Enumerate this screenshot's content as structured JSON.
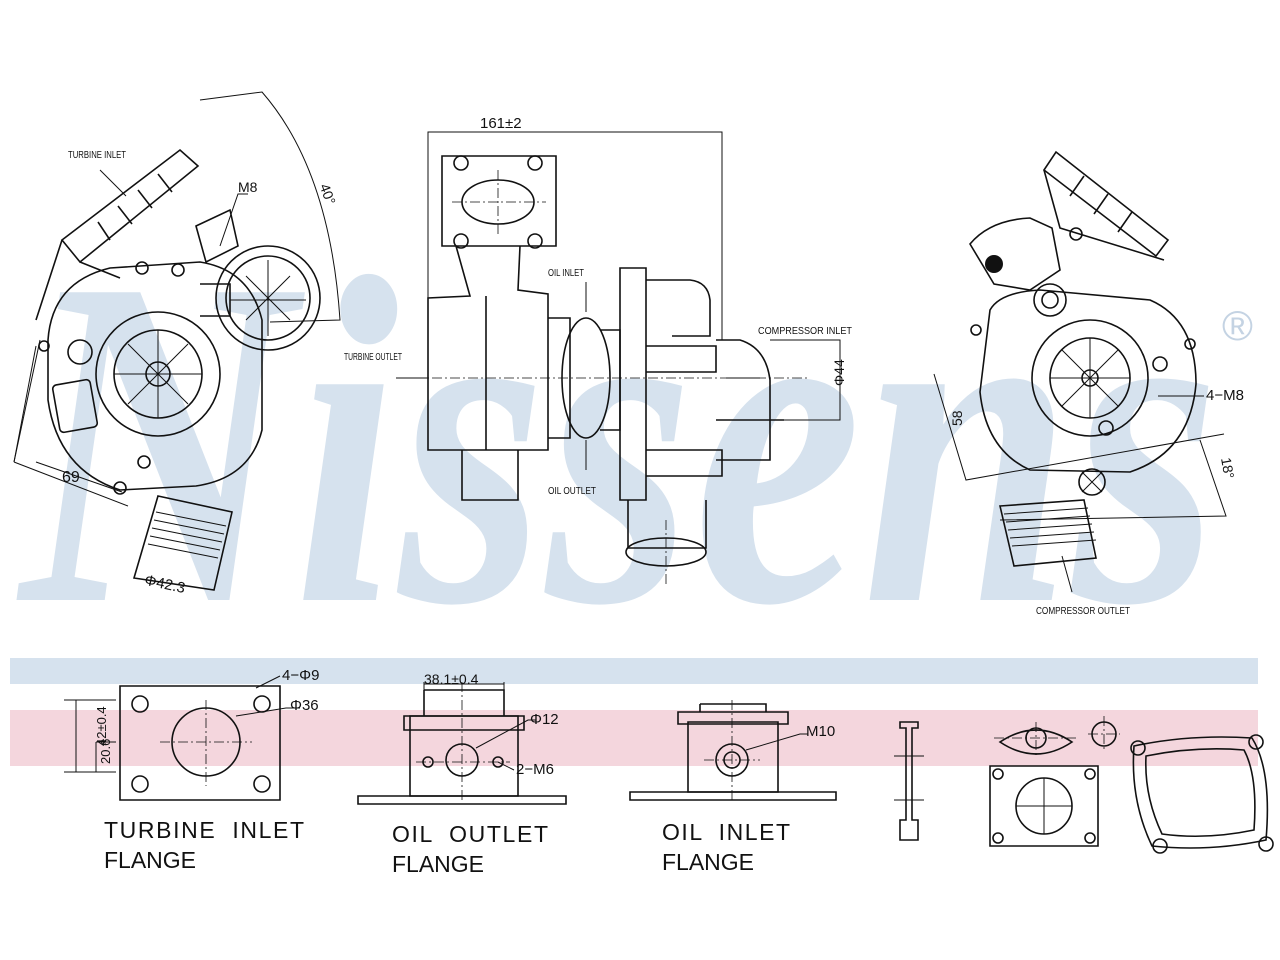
{
  "brand": {
    "watermark": "Nissens",
    "registered_mark": "®",
    "watermark_color": "#d6e2ee",
    "band_blue": "#d6e2ee",
    "band_pink": "#f4d6dd"
  },
  "left_view": {
    "turbine_inlet": "TURBINE INLET",
    "thread": "M8",
    "angle": "40°",
    "dim_69": "69",
    "dim_outlet_dia": "Φ42.3"
  },
  "middle_view": {
    "length": "161±2",
    "oil_inlet": "OIL INLET",
    "oil_outlet": "OIL OUTLET",
    "turbine_outlet": "TURBINE OUTLET",
    "compressor_inlet": "COMPRESSOR INLET",
    "dim_inlet_dia": "Φ44"
  },
  "right_view": {
    "bolts": "4−M8",
    "dim_58": "58",
    "angle_18": "18°",
    "compressor_outlet": "COMPRESSOR OUTLET"
  },
  "flanges": {
    "turbine_inlet": {
      "holes": "4−Φ9",
      "bore": "Φ36",
      "height": "42±0.4",
      "offset": "20.6",
      "caption_1": "TURBINE  INLET",
      "caption_2": "FLANGE"
    },
    "oil_outlet": {
      "width": "38.1±0.4",
      "bore": "Φ12",
      "thread": "2−M6",
      "caption_1": "OIL  OUTLET",
      "caption_2": "FLANGE"
    },
    "oil_inlet": {
      "thread": "M10",
      "caption_1": "OIL  INLET",
      "caption_2": "FLANGE"
    }
  }
}
